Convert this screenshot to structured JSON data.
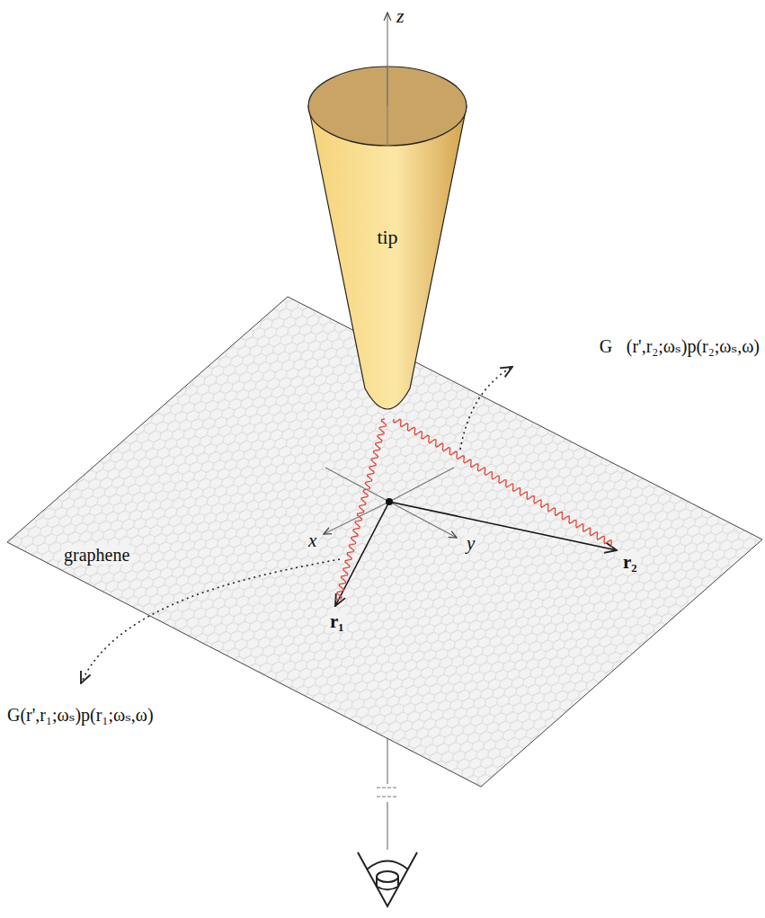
{
  "diagram": {
    "labels": [
      "z",
      "tip",
      "graphene",
      "x",
      "y",
      "r₁",
      "r₂",
      "G⃡(r',r₂;ωₛ)p(r₂;ωₛ,ω)",
      "G(r',r₁;ωₛ)p(r₁;ωₛ,ω)"
    ]
  }
}
